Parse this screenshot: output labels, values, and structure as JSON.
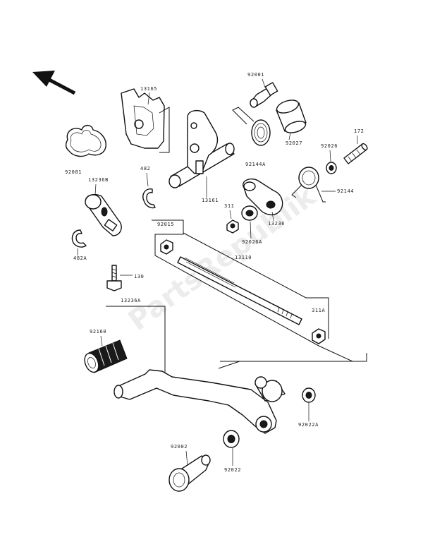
{
  "watermark": "PartsRepublik",
  "part_numbers": {
    "p13165": "13165",
    "p92001": "92001",
    "p92081": "92081",
    "p92027": "92027",
    "p92026": "92026",
    "p172": "172",
    "p13236B": "13236B",
    "p482": "482",
    "p13161": "13161",
    "p92144A": "92144A",
    "p92144": "92144",
    "p311": "311",
    "p13236": "13236",
    "p92015": "92015",
    "p92026A": "92026A",
    "p482A": "482A",
    "p13110": "13110",
    "p130": "130",
    "p13236A": "13236A",
    "p311A": "311A",
    "p92160": "92160",
    "p92022A": "92022A",
    "p92002": "92002",
    "p92022": "92022"
  }
}
